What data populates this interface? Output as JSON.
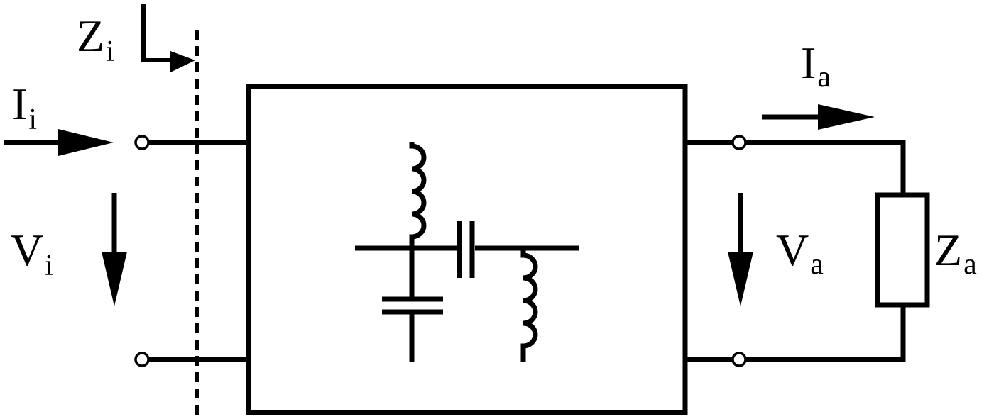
{
  "labels": {
    "input_impedance": {
      "main": "Z",
      "sub": "i"
    },
    "input_current": {
      "main": "I",
      "sub": "i"
    },
    "input_voltage": {
      "main": "V",
      "sub": "i"
    },
    "output_current": {
      "main": "I",
      "sub": "a"
    },
    "output_voltage": {
      "main": "V",
      "sub": "a"
    },
    "load_impedance": {
      "main": "Z",
      "sub": "a"
    }
  },
  "colors": {
    "stroke": "#000000",
    "background": "#ffffff"
  }
}
